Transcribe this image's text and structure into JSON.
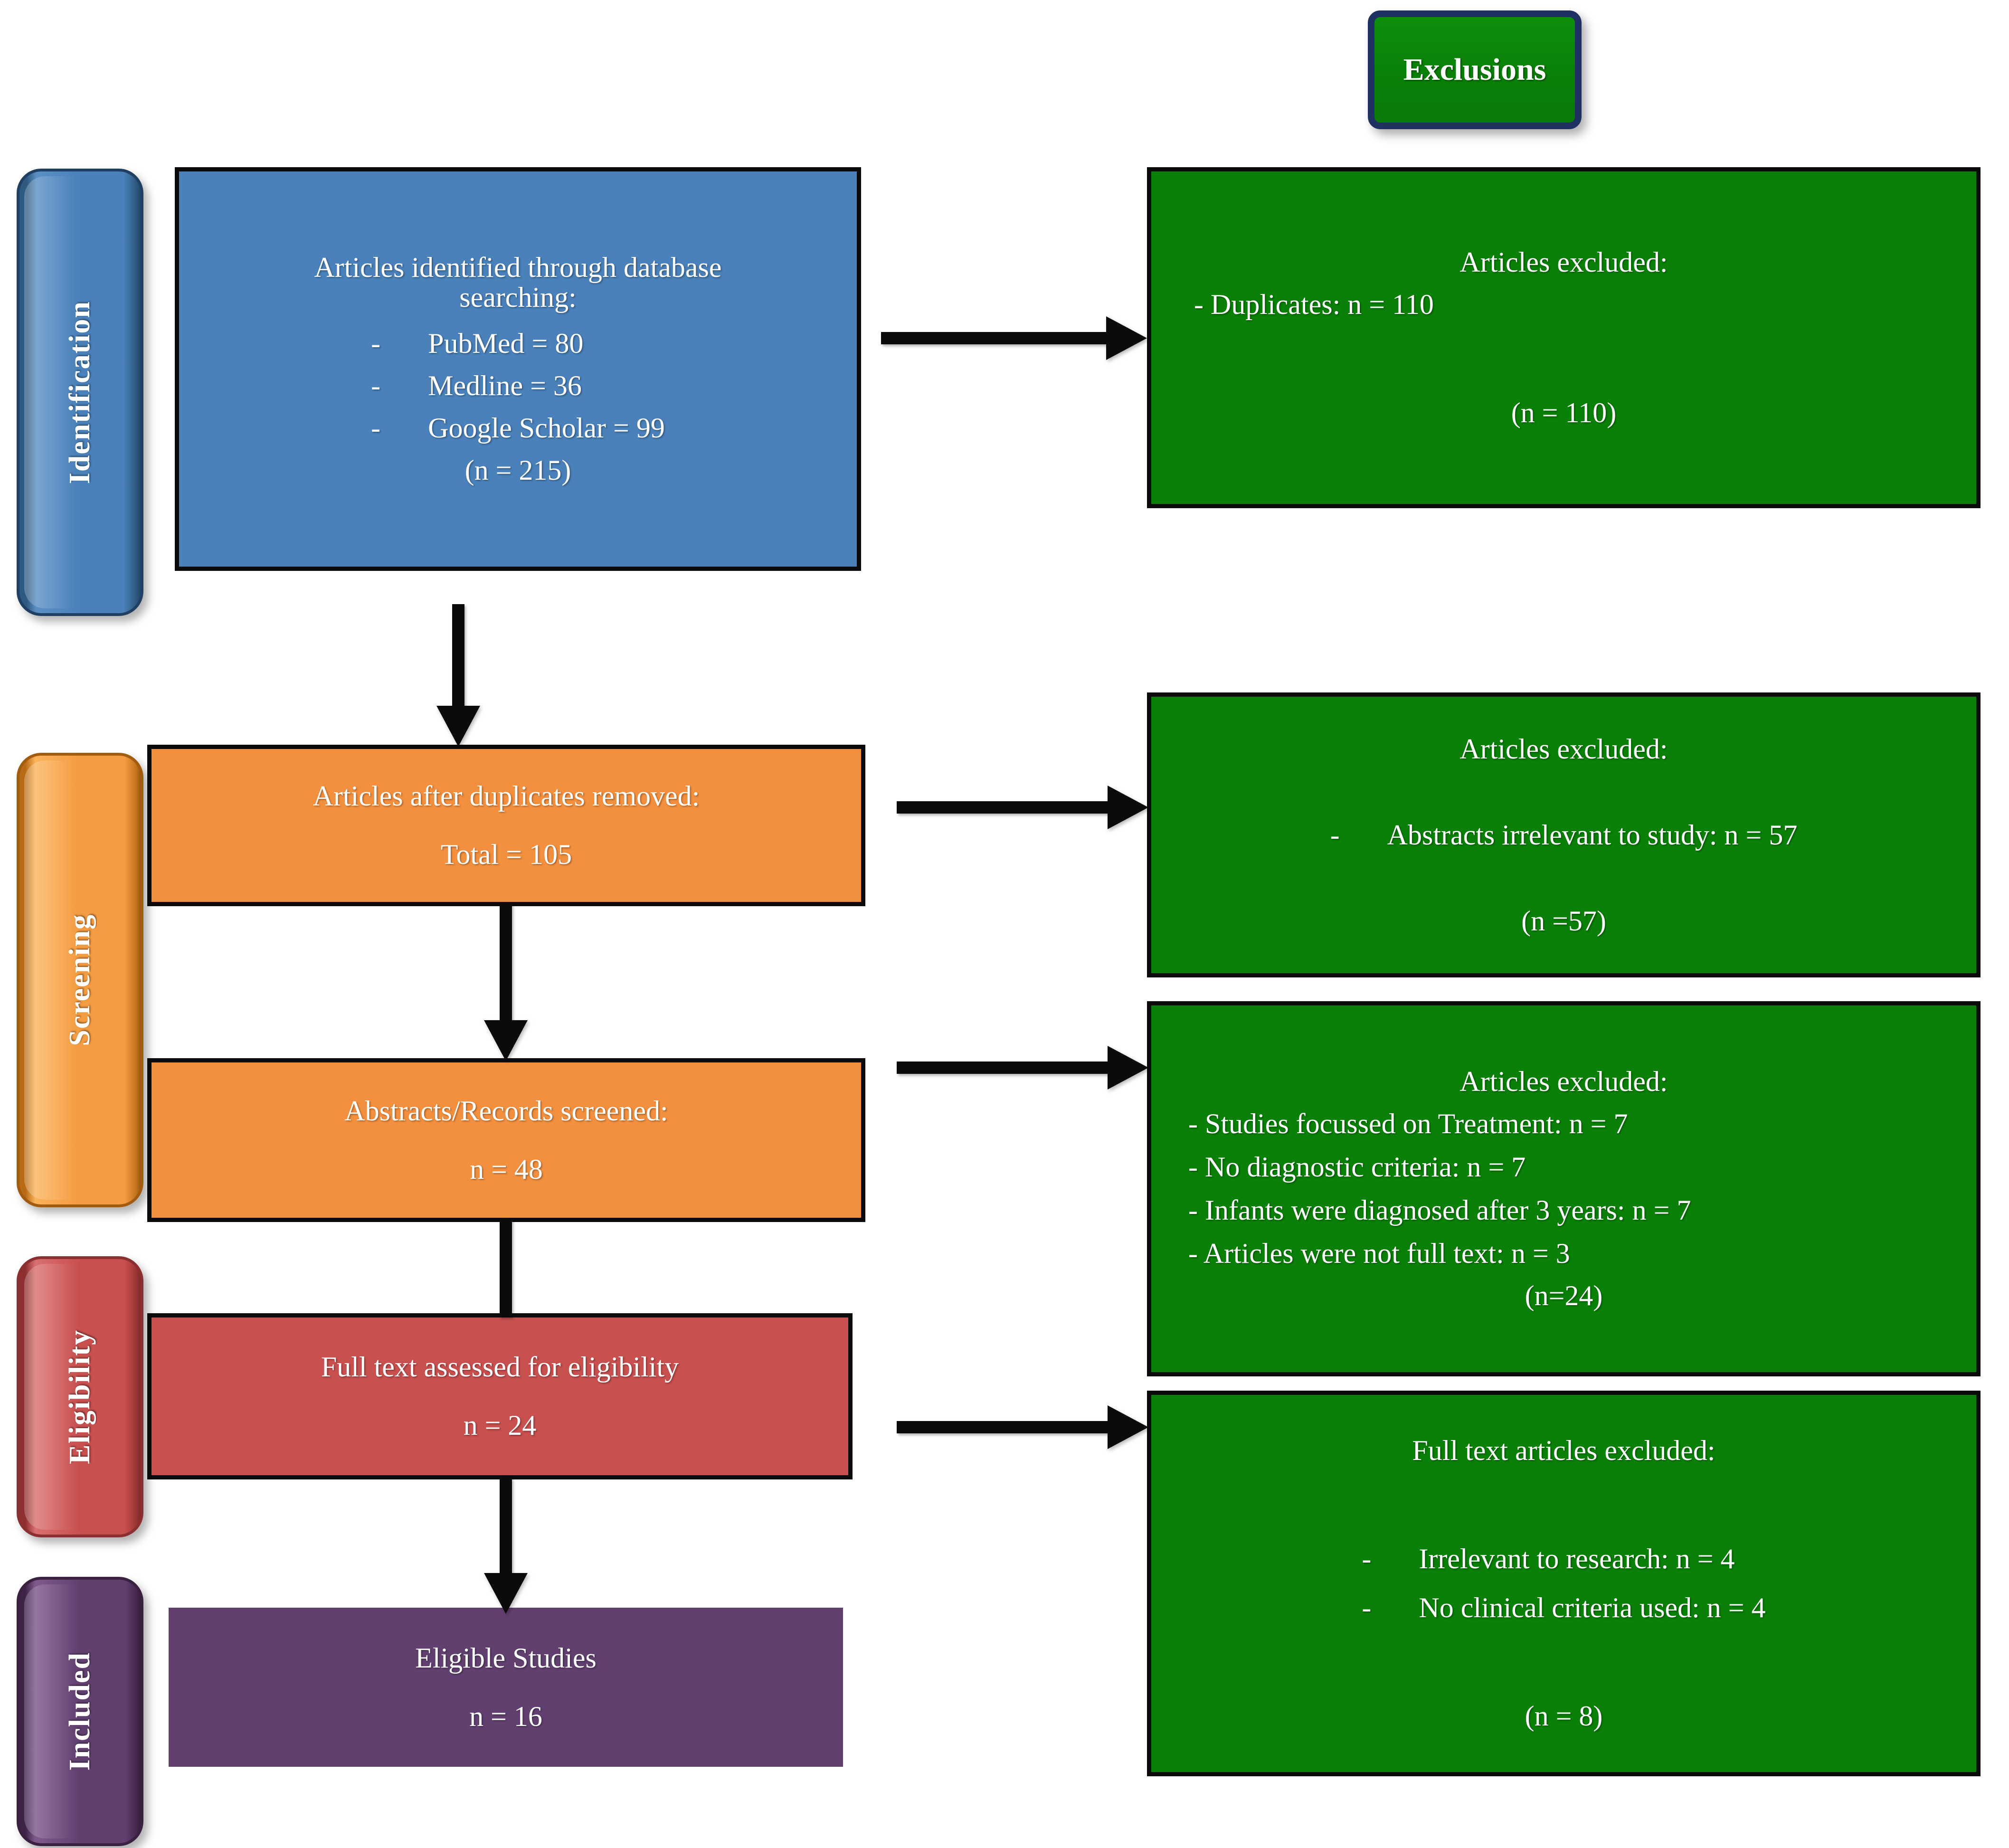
{
  "diagram": {
    "title": "PRISMA flow diagram",
    "exclusions_header": "Exclusions",
    "colors": {
      "identification": "#4a81ba",
      "screening": "#f3903f",
      "eligibility": "#c8504f",
      "included": "#614070",
      "exclusion": "#0a8008",
      "border": "#0b0b0b"
    }
  },
  "stages": [
    {
      "id": "identification",
      "label": "Identification"
    },
    {
      "id": "screening",
      "label": "Screening"
    },
    {
      "id": "eligibility",
      "label": "Eligibility"
    },
    {
      "id": "included",
      "label": "Included"
    }
  ],
  "flow": {
    "identification": {
      "heading_line1": "Articles identified through database",
      "heading_line2": "searching:",
      "sources": [
        {
          "dash": "-",
          "text": "PubMed = 80"
        },
        {
          "dash": "-",
          "text": "Medline = 36"
        },
        {
          "dash": "-",
          "text": "Google Scholar = 99"
        }
      ],
      "total": "(n = 215)"
    },
    "after_duplicates": {
      "heading": "Articles after duplicates removed:",
      "total": "Total = 105"
    },
    "abstracts_screened": {
      "heading": "Abstracts/Records screened:",
      "total": "n = 48"
    },
    "full_text_assessed": {
      "heading": "Full text assessed for eligibility",
      "total": "n = 24"
    },
    "eligible_studies": {
      "heading": "Eligible Studies",
      "total": "n = 16"
    }
  },
  "exclusions": [
    {
      "heading": "Articles excluded:",
      "items": [
        {
          "dash": "-",
          "text": "Duplicates: n = 110"
        }
      ],
      "total": "(n = 110)"
    },
    {
      "heading": "Articles excluded:",
      "items": [
        {
          "dash": "-",
          "text": "Abstracts irrelevant to study: n = 57"
        }
      ],
      "total": "(n =57)"
    },
    {
      "heading": "Articles excluded:",
      "items": [
        {
          "dash": "-",
          "text": "Studies focussed on Treatment: n = 7"
        },
        {
          "dash": "-",
          "text": "No diagnostic criteria: n = 7"
        },
        {
          "dash": "-",
          "text": "Infants were diagnosed after 3 years: n = 7"
        },
        {
          "dash": "-",
          "text": "Articles were not full text: n = 3"
        }
      ],
      "total": "(n=24)"
    },
    {
      "heading": "Full text articles excluded:",
      "items": [
        {
          "dash": "-",
          "text": "Irrelevant to research: n = 4"
        },
        {
          "dash": "-",
          "text": "No clinical criteria used: n = 4"
        }
      ],
      "total": "(n = 8)"
    }
  ],
  "chart_data": {
    "type": "diagram",
    "title": "PRISMA study selection flow",
    "nodes": [
      {
        "stage": "Identification",
        "label": "Articles identified through database searching",
        "n": 215,
        "breakdown": {
          "PubMed": 80,
          "Medline": 36,
          "Google Scholar": 99
        }
      },
      {
        "stage": "Screening",
        "label": "Articles after duplicates removed",
        "n": 105
      },
      {
        "stage": "Screening",
        "label": "Abstracts/Records screened",
        "n": 48
      },
      {
        "stage": "Eligibility",
        "label": "Full text assessed for eligibility",
        "n": 24
      },
      {
        "stage": "Included",
        "label": "Eligible Studies",
        "n": 16
      }
    ],
    "exclusions": [
      {
        "from": "Articles identified through database searching",
        "n": 110,
        "reasons": [
          {
            "reason": "Duplicates",
            "n": 110
          }
        ]
      },
      {
        "from": "Articles after duplicates removed",
        "n": 57,
        "reasons": [
          {
            "reason": "Abstracts irrelevant to study",
            "n": 57
          }
        ]
      },
      {
        "from": "Abstracts/Records screened",
        "n": 24,
        "reasons": [
          {
            "reason": "Studies focussed on Treatment",
            "n": 7
          },
          {
            "reason": "No diagnostic criteria",
            "n": 7
          },
          {
            "reason": "Infants were diagnosed after 3 years",
            "n": 7
          },
          {
            "reason": "Articles were not full text",
            "n": 3
          }
        ]
      },
      {
        "from": "Full text assessed for eligibility",
        "n": 8,
        "reasons": [
          {
            "reason": "Irrelevant to research",
            "n": 4
          },
          {
            "reason": "No clinical criteria used",
            "n": 4
          }
        ]
      }
    ]
  }
}
